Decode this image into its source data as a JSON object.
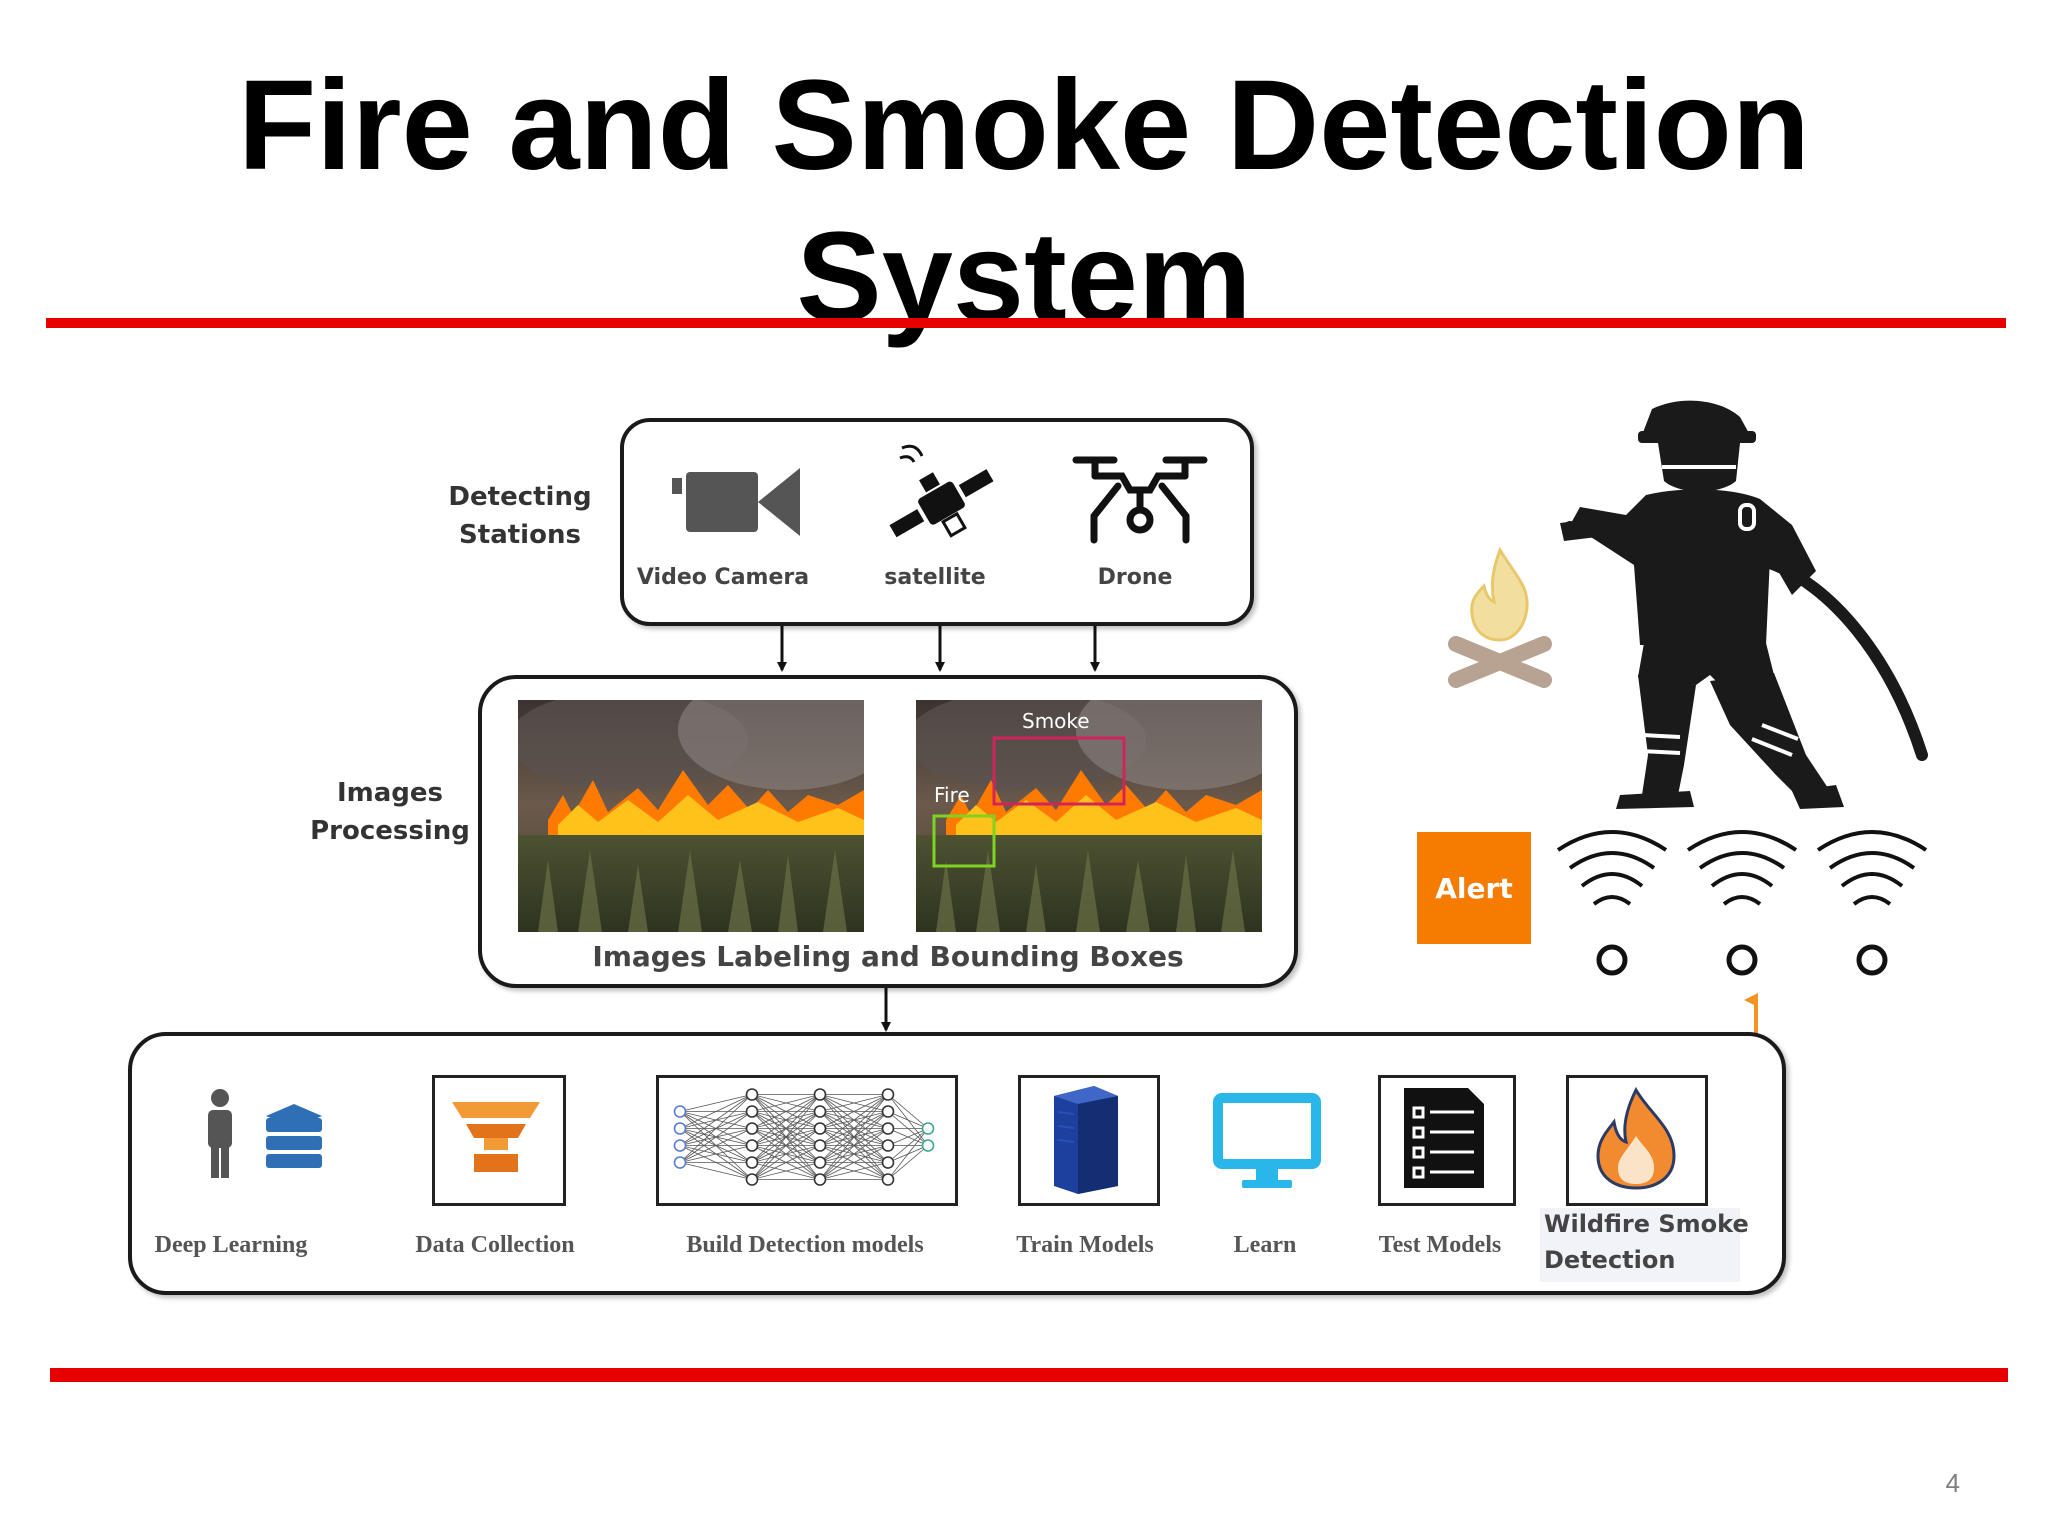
{
  "slide": {
    "title": "Fire and Smoke Detection System",
    "page_number": "4",
    "accent_color": "#e60000"
  },
  "stations": {
    "side_label_line1": "Detecting",
    "side_label_line2": "Stations",
    "items": [
      {
        "label": "Video Camera",
        "icon": "video-camera-icon"
      },
      {
        "label": "satellite",
        "icon": "satellite-icon"
      },
      {
        "label": "Drone",
        "icon": "drone-icon"
      }
    ]
  },
  "processing": {
    "side_label_line1": "Images",
    "side_label_line2": "Processing",
    "caption": "Images Labeling and Bounding Boxes",
    "smoke_label": "Smoke",
    "fire_label": "Fire",
    "smoke_box_color": "#d0245a",
    "fire_box_color": "#7ed321"
  },
  "pipeline": {
    "steps": [
      {
        "label": "Deep Learning",
        "icon": "person-and-stack-icon"
      },
      {
        "label": "Data Collection",
        "icon": "data-collection-icon"
      },
      {
        "label": "Build Detection models",
        "icon": "neural-network-icon"
      },
      {
        "label": "Train Models",
        "icon": "server-icon"
      },
      {
        "label": "Learn",
        "icon": "monitor-icon"
      },
      {
        "label": "Test Models",
        "icon": "checklist-document-icon"
      }
    ],
    "final_step_line1": "Wildfire Smoke",
    "final_step_line2": "Detection",
    "final_step_icon": "wildfire-flame-icon"
  },
  "response": {
    "alert_label": "Alert",
    "alert_color": "#f57c00",
    "icons": [
      "campfire-icon",
      "firefighter-icon",
      "wireless-signal-icon"
    ]
  }
}
